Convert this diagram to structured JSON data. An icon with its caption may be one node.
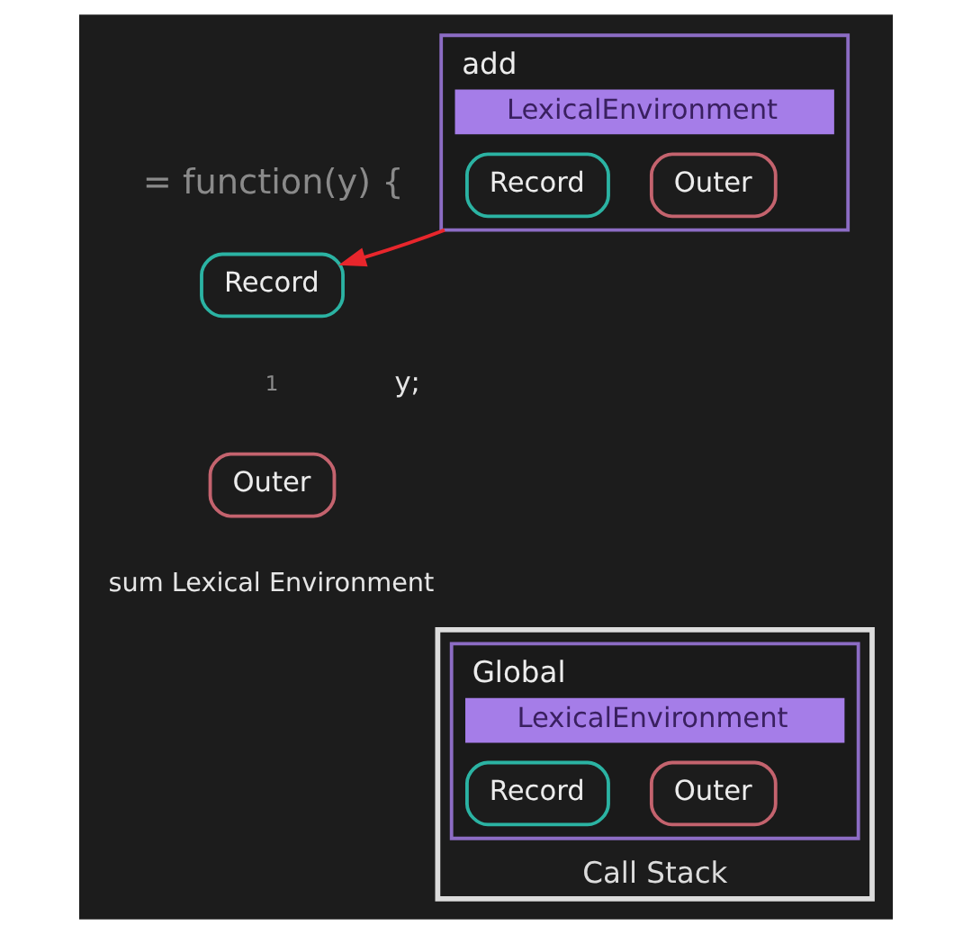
{
  "diagram": {
    "nodes": [
      {
        "text": [
          "add",
          "LexicalEnvironment"
        ]
      },
      {
        "text": [
          "Record"
        ],
        "in": 0
      },
      {
        "text": [
          "Outer"
        ],
        "in": 0
      },
      {
        "text": [
          "Record"
        ]
      },
      {
        "text": [
          "Outer"
        ]
      },
      {
        "text": [
          "Call Stack"
        ]
      },
      {
        "text": [
          "Global",
          "LexicalEnvironment"
        ],
        "in": 5
      },
      {
        "text": [
          "Record"
        ],
        "in": 6
      },
      {
        "text": [
          "Outer"
        ],
        "in": 6
      }
    ],
    "edges": [
      {
        "from": 0,
        "to": 3,
        "arrow": "to",
        "color": "#e8262c"
      }
    ],
    "labels": [
      "= function(y) {",
      "1",
      "y;",
      "sum Lexical Environment"
    ]
  }
}
